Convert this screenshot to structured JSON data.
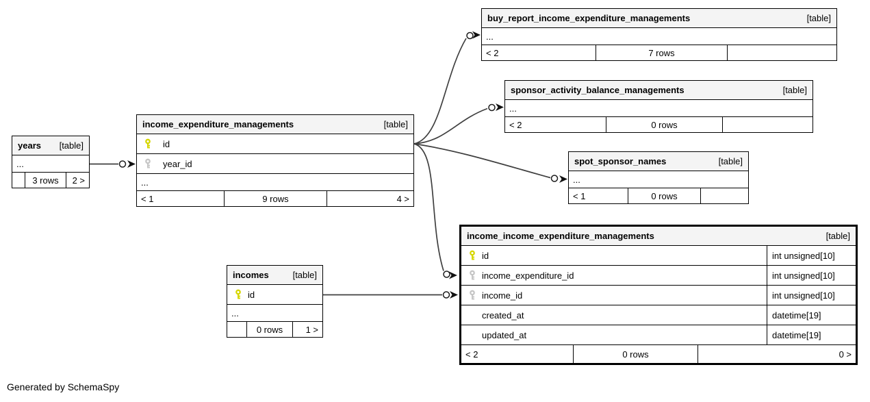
{
  "generator_note": "Generated by SchemaSpy",
  "ui": {
    "ellipsis": "..."
  },
  "colors": {
    "header_bg": "#f4f4f4",
    "primary_key": "#d6d600",
    "foreign_key": "#c6c6c6",
    "wire": "#3f3f3f"
  },
  "tables": [
    {
      "name": "years",
      "tag": "[table]",
      "footer": {
        "left": "",
        "center": "3 rows",
        "right": "2 >"
      }
    },
    {
      "name": "income_expenditure_managements",
      "tag": "[table]",
      "fields": [
        {
          "name": "id",
          "key": "primary"
        },
        {
          "name": "year_id",
          "key": "foreign"
        }
      ],
      "footer": {
        "left": "< 1",
        "center": "9 rows",
        "right": "4 >"
      }
    },
    {
      "name": "buy_report_income_expenditure_managements",
      "tag": "[table]",
      "footer": {
        "left": "< 2",
        "center": "7 rows",
        "right": ""
      }
    },
    {
      "name": "sponsor_activity_balance_managements",
      "tag": "[table]",
      "footer": {
        "left": "< 2",
        "center": "0 rows",
        "right": ""
      }
    },
    {
      "name": "spot_sponsor_names",
      "tag": "[table]",
      "footer": {
        "left": "< 1",
        "center": "0 rows",
        "right": ""
      }
    },
    {
      "name": "incomes",
      "tag": "[table]",
      "fields": [
        {
          "name": "id",
          "key": "primary"
        }
      ],
      "footer": {
        "left": "",
        "center": "0 rows",
        "right": "1 >"
      }
    },
    {
      "name": "income_income_expenditure_managements",
      "tag": "[table]",
      "highlighted": true,
      "fields": [
        {
          "name": "id",
          "key": "primary",
          "type": "int unsigned[10]"
        },
        {
          "name": "income_expenditure_id",
          "key": "foreign",
          "type": "int unsigned[10]"
        },
        {
          "name": "income_id",
          "key": "foreign",
          "type": "int unsigned[10]"
        },
        {
          "name": "created_at",
          "key": "",
          "type": "datetime[19]"
        },
        {
          "name": "updated_at",
          "key": "",
          "type": "datetime[19]"
        }
      ],
      "footer": {
        "left": "< 2",
        "center": "0 rows",
        "right": "0 >"
      }
    }
  ],
  "connections": [
    {
      "from": "years",
      "to": "income_expenditure_managements.year_id"
    },
    {
      "from": "income_expenditure_managements.id",
      "to": "buy_report_income_expenditure_managements"
    },
    {
      "from": "income_expenditure_managements.id",
      "to": "sponsor_activity_balance_managements"
    },
    {
      "from": "income_expenditure_managements.id",
      "to": "spot_sponsor_names"
    },
    {
      "from": "income_expenditure_managements.id",
      "to": "income_income_expenditure_managements.income_expenditure_id"
    },
    {
      "from": "incomes.id",
      "to": "income_income_expenditure_managements.income_id"
    }
  ]
}
